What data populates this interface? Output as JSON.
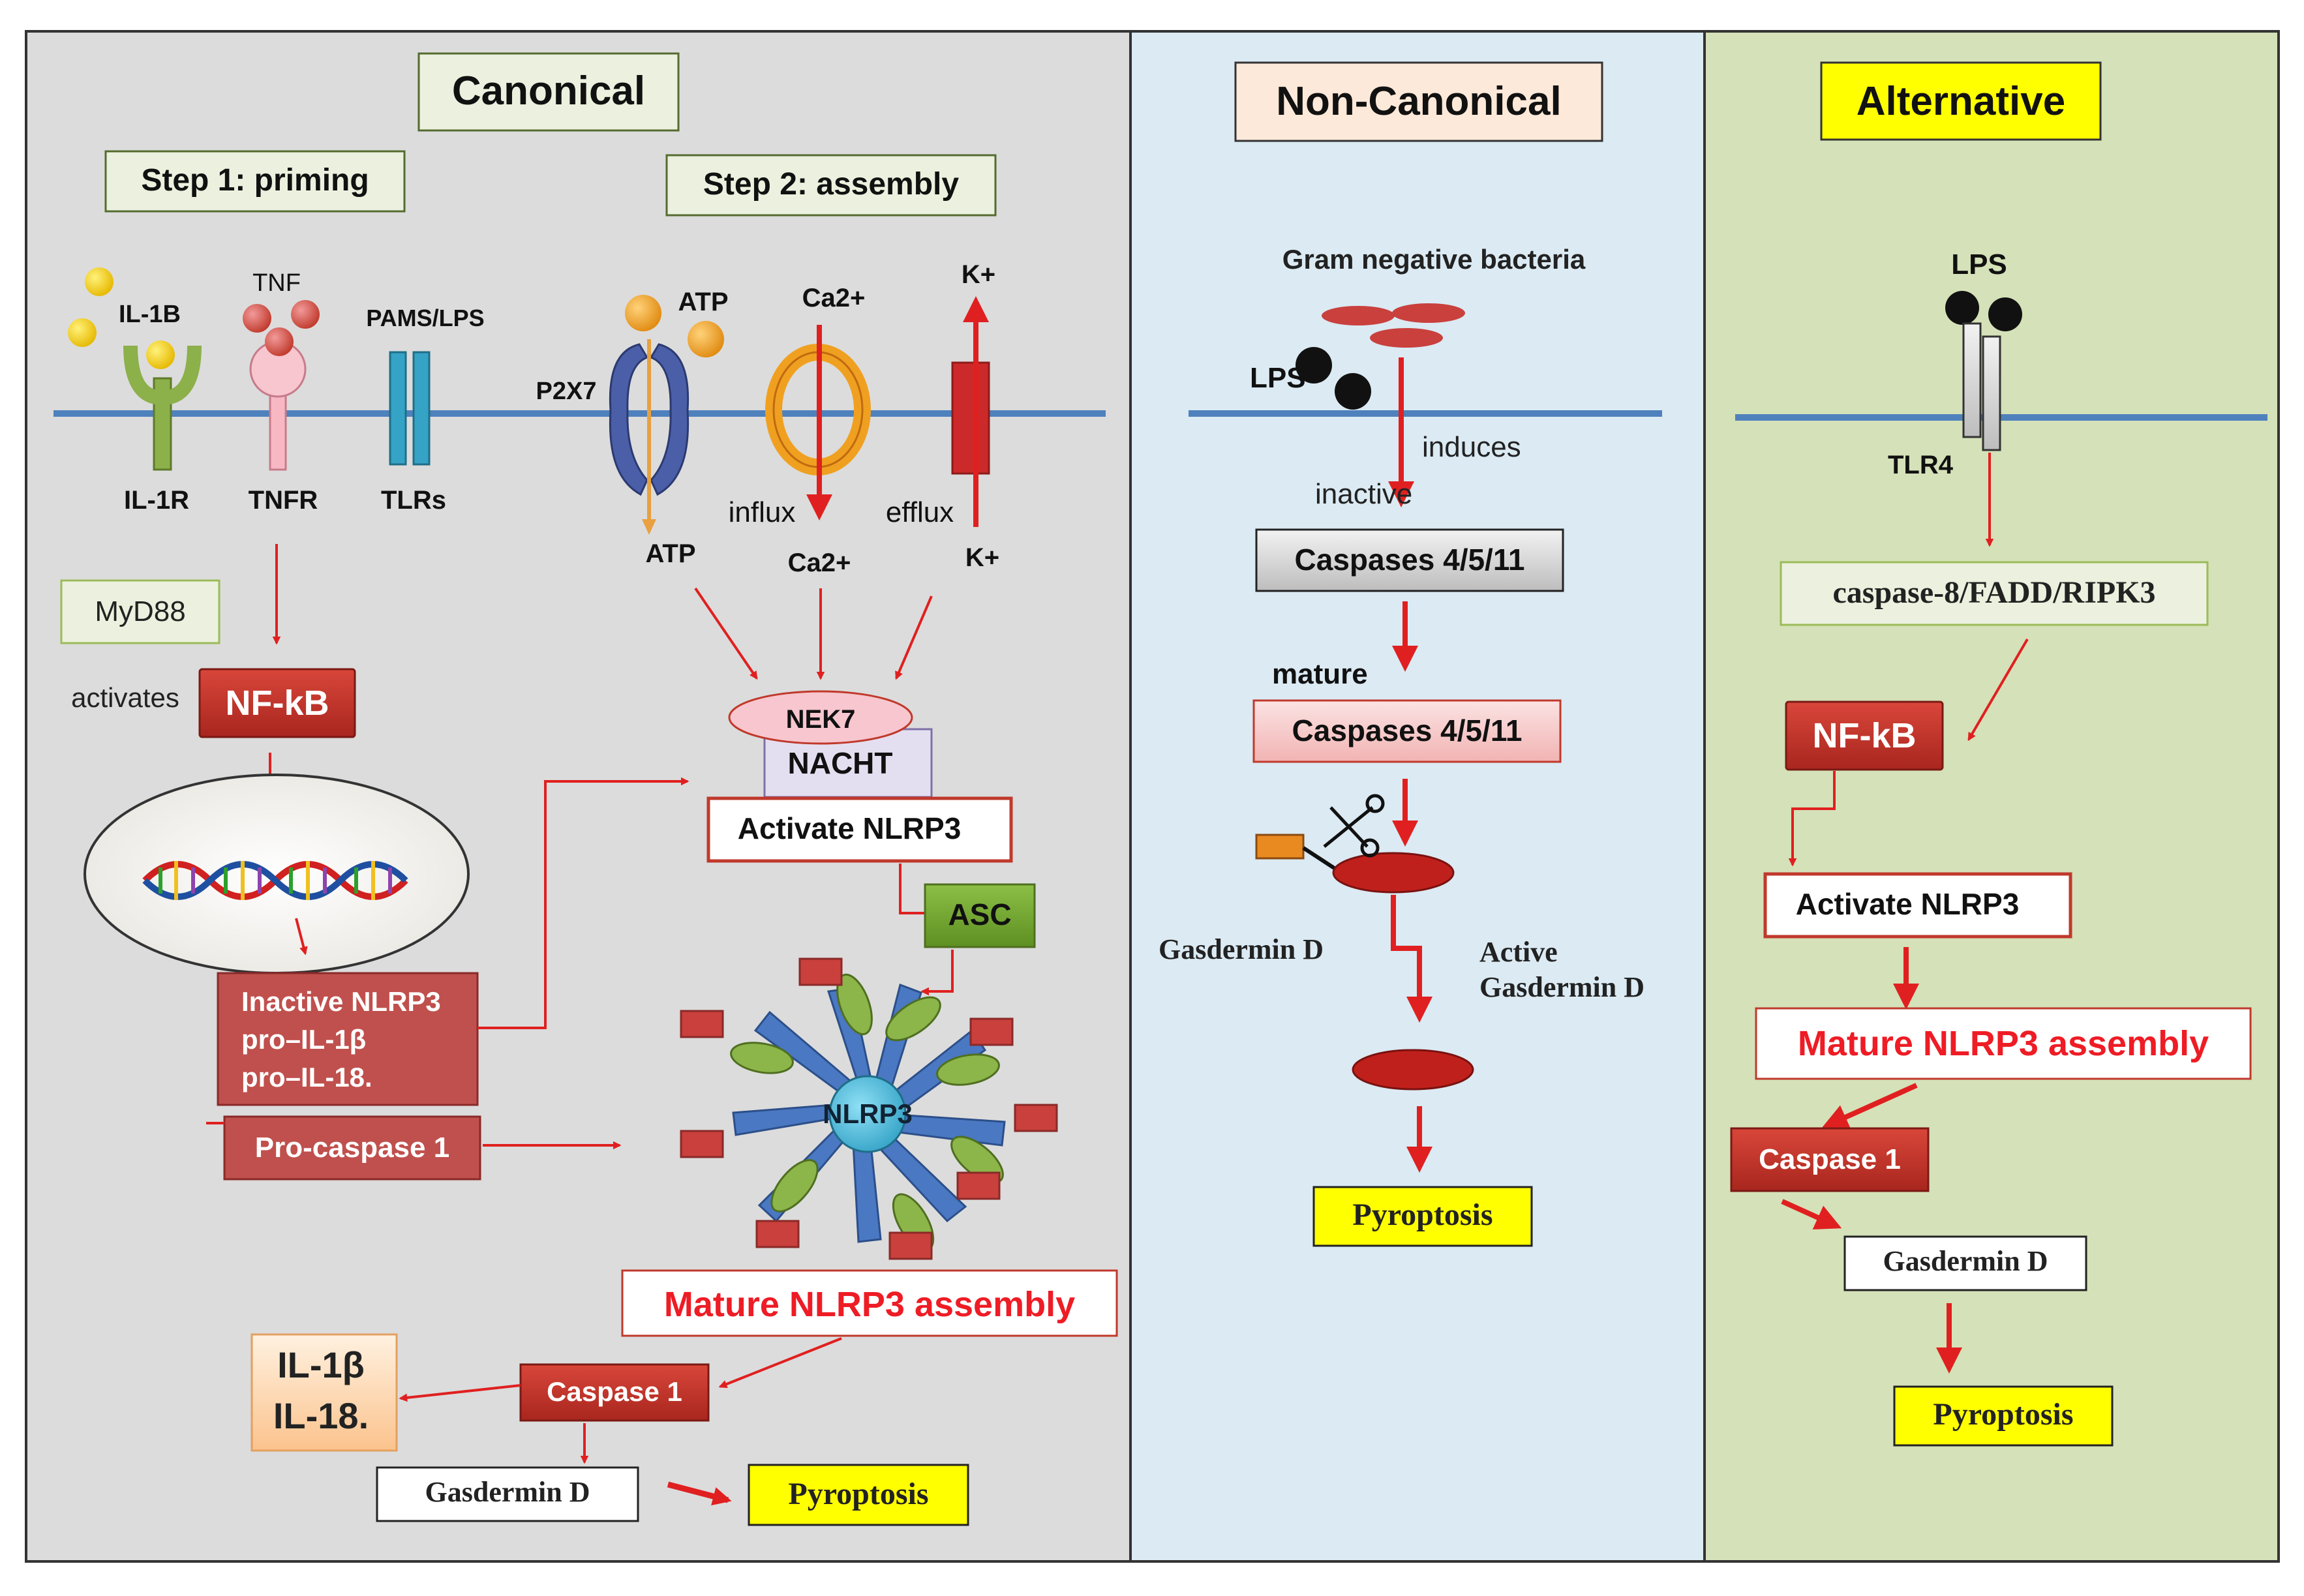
{
  "colors": {
    "canonical_bg": "#dcdcdc",
    "noncanonical_bg": "#dbeaf3",
    "alternative_bg": "#d5e1b8",
    "membrane": "#4f81bd",
    "arrow_red": "#e02020",
    "dark_red_box": "#c0392b",
    "mature_red_text": "#ee1c25",
    "yellow_box": "#ffff00",
    "green_title_box": "#ebf1de"
  },
  "canonical": {
    "title": "Canonical",
    "step1": "Step 1: priming",
    "step2": "Step 2: assembly",
    "labels": {
      "il1b_ligand": "IL-1B",
      "tnf": "TNF",
      "pams": "PAMS/LPS",
      "il1r": "IL-1R",
      "tnfr": "TNFR",
      "tlrs": "TLRs",
      "p2x7": "P2X7",
      "atp_top": "ATP",
      "atp_bottom": "ATP",
      "ca_top": "Ca2+",
      "ca_bottom": "Ca2+",
      "k_top": "K+",
      "k_bottom": "K+",
      "influx": "influx",
      "efflux": "efflux",
      "myd88": "MyD88",
      "activates": "activates",
      "nfkb": "NF-kB",
      "nek7": "NEK7",
      "nacht": "NACHT",
      "activate_nlrp3": "Activate NLRP3",
      "asc": "ASC",
      "inactive_line1": "Inactive NLRP3",
      "inactive_line2": "pro–IL-1β",
      "inactive_line3": "pro–IL-18.",
      "pro_caspase": "Pro-caspase 1",
      "nlrp3_core": "NLRP3",
      "mature": "Mature NLRP3 assembly",
      "il1b_out": "IL-1β",
      "il18_out": "IL-18.",
      "caspase1": "Caspase 1",
      "gasdermin": "Gasdermin D",
      "pyroptosis": "Pyroptosis"
    }
  },
  "noncanonical": {
    "title": "Non-Canonical",
    "labels": {
      "bacteria": "Gram negative bacteria",
      "lps": "LPS",
      "induces": "induces",
      "inactive": "inactive",
      "caspases_inactive": "Caspases 4/5/11",
      "mature": "mature",
      "caspases_mature": "Caspases 4/5/11",
      "gasdermin": "Gasdermin D",
      "active_line1": "Active",
      "active_line2": "Gasdermin D",
      "pyroptosis": "Pyroptosis"
    }
  },
  "alternative": {
    "title": "Alternative",
    "labels": {
      "lps": "LPS",
      "tlr4": "TLR4",
      "complex": "caspase-8/FADD/RIPK3",
      "nfkb": "NF-kB",
      "activate_nlrp3": "Activate NLRP3",
      "mature": "Mature NLRP3 assembly",
      "caspase1": "Caspase 1",
      "gasdermin": "Gasdermin D",
      "pyroptosis": "Pyroptosis"
    }
  }
}
